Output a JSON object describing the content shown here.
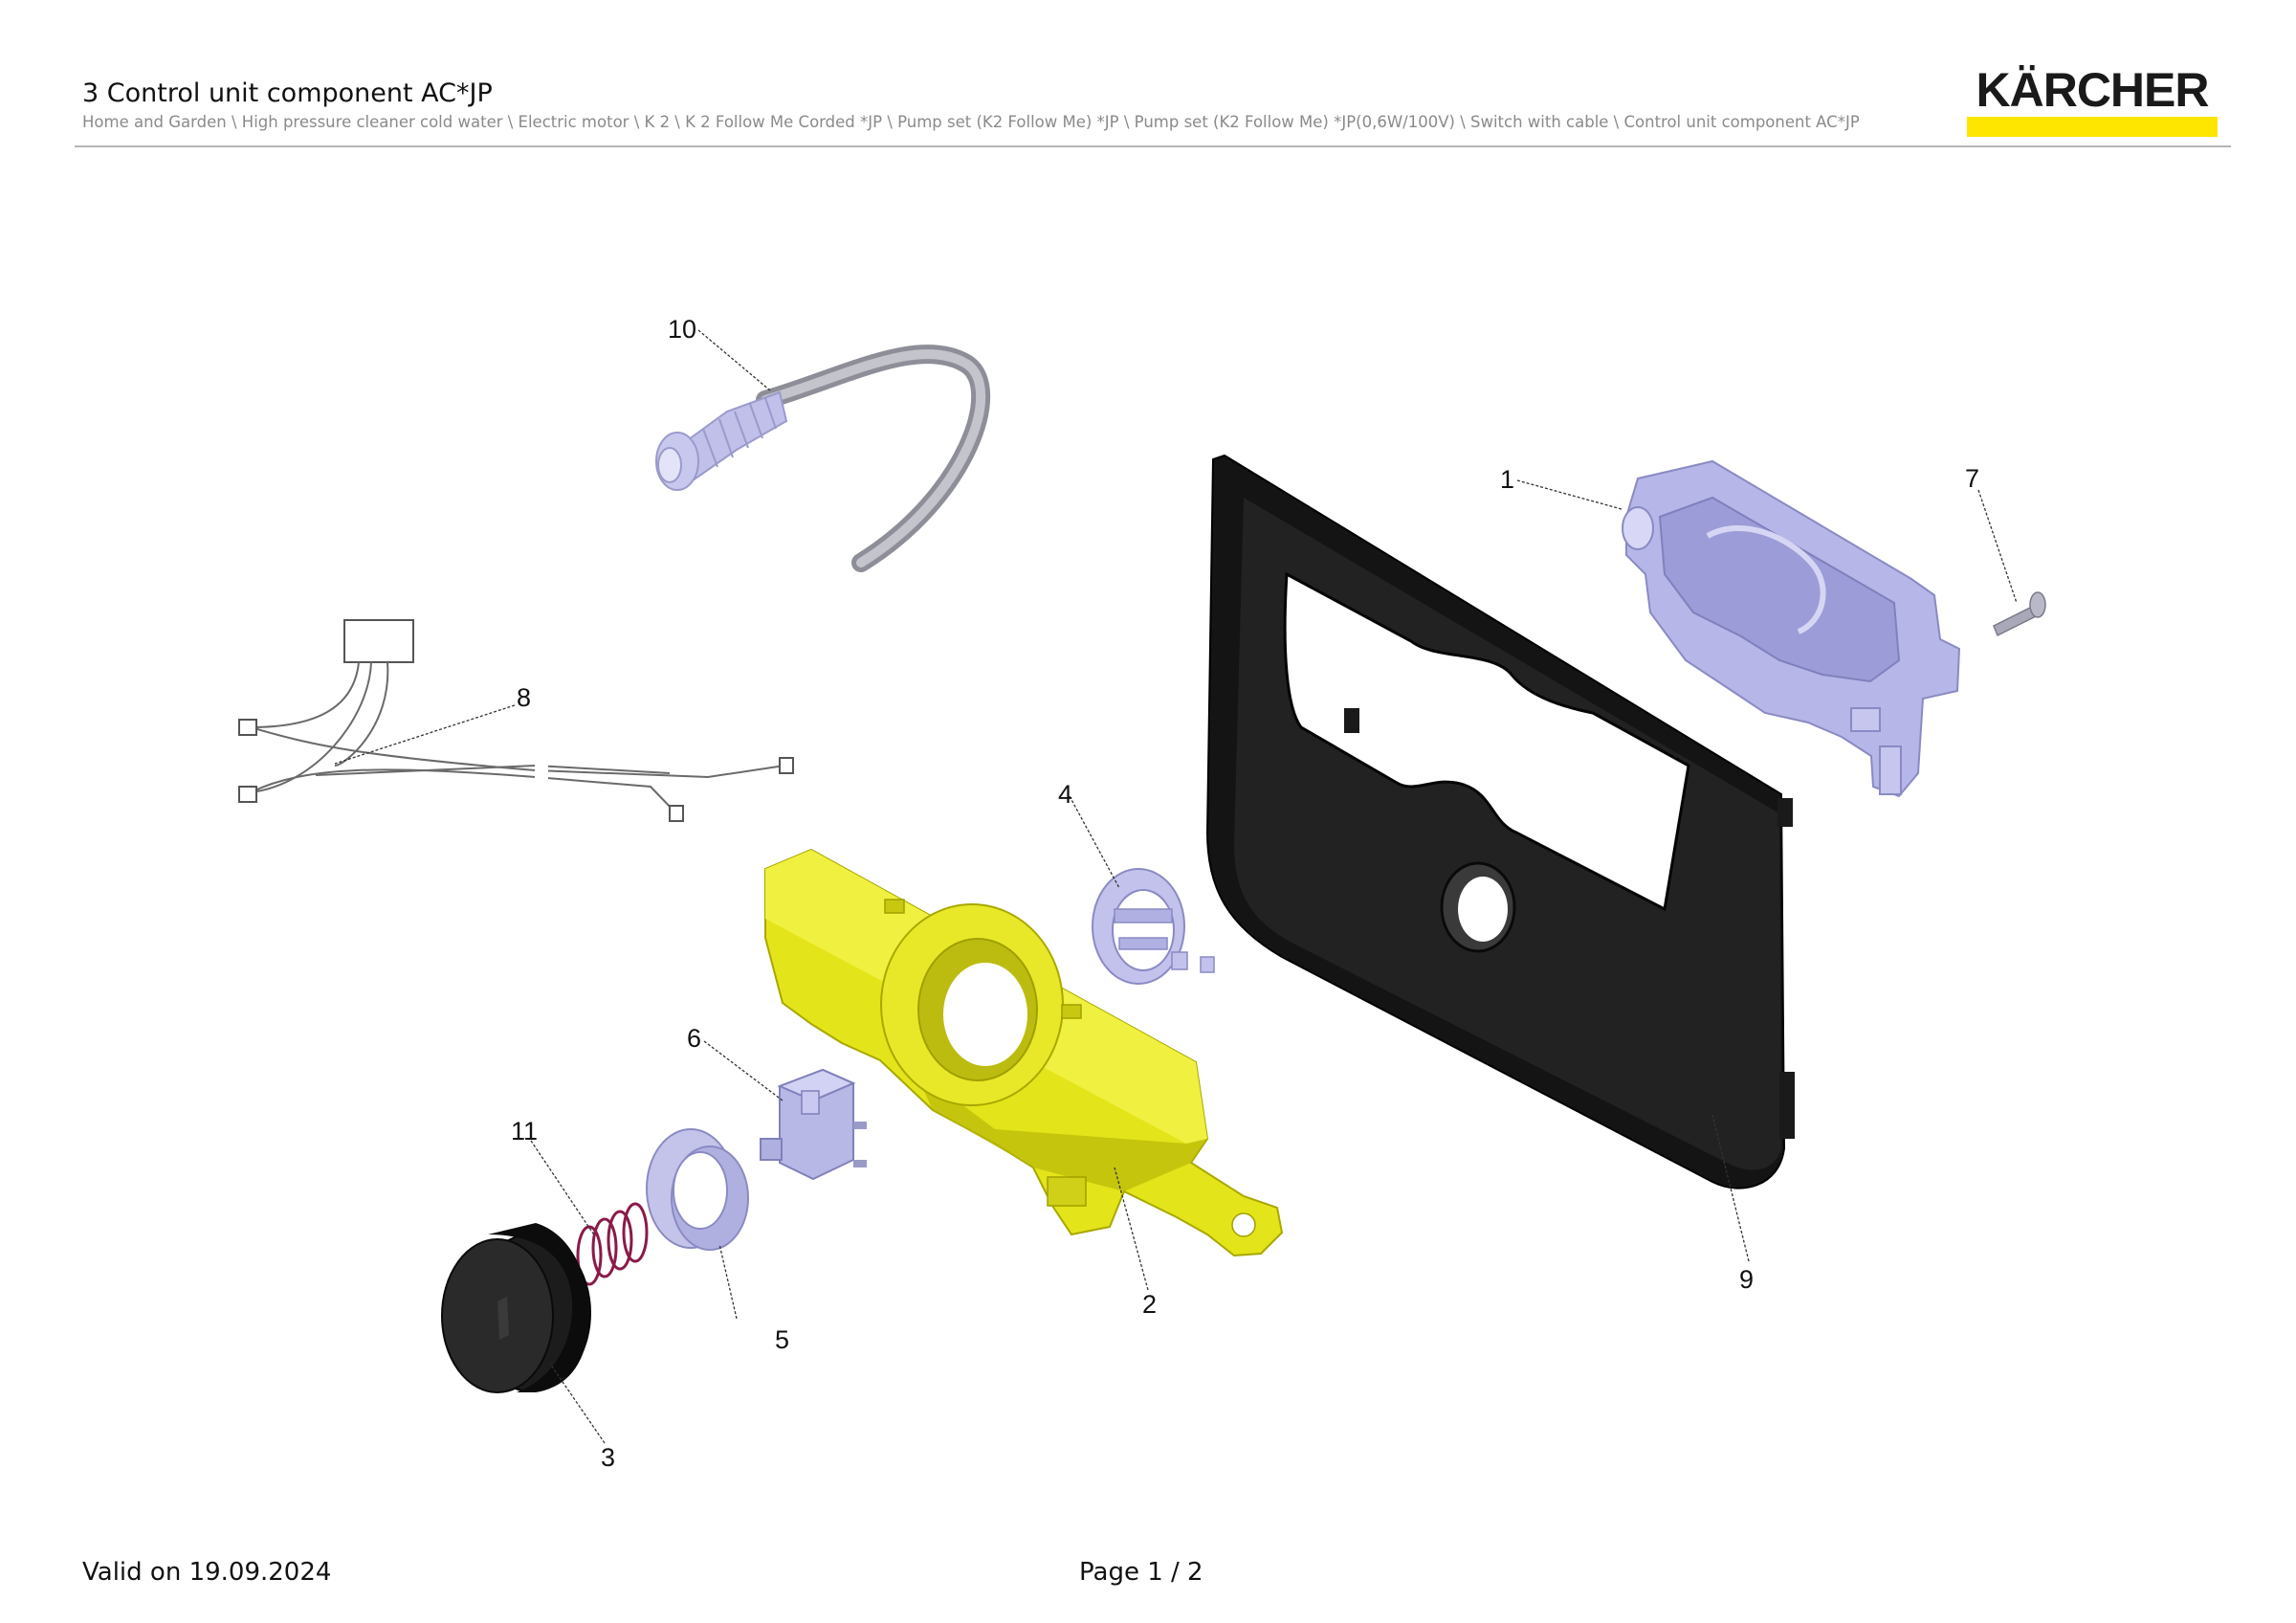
{
  "header": {
    "title": "3 Control unit component AC*JP",
    "breadcrumb": "Home and Garden \\ High pressure cleaner cold water \\ Electric motor \\ K 2 \\ K 2 Follow Me Corded *JP \\ Pump set (K2 Follow Me) *JP \\ Pump set (K2 Follow Me) *JP(0,6W/100V) \\ Switch with cable \\ Control unit component AC*JP",
    "logo_text": "KÄRCHER"
  },
  "colors": {
    "brand_yellow": "#ffe600",
    "part_yellow": "#e3e31a",
    "part_lavender": "#b4b4e6",
    "part_black": "#151515",
    "part_grey": "#a8a8b8",
    "spring": "#8a1a4a"
  },
  "callouts": {
    "c1": "1",
    "c2": "2",
    "c3": "3",
    "c4": "4",
    "c5": "5",
    "c6": "6",
    "c7": "7",
    "c8": "8",
    "c9": "9",
    "c10": "10",
    "c11": "11"
  },
  "footer": {
    "valid": "Valid on 19.09.2024",
    "page": "Page 1 / 2"
  }
}
